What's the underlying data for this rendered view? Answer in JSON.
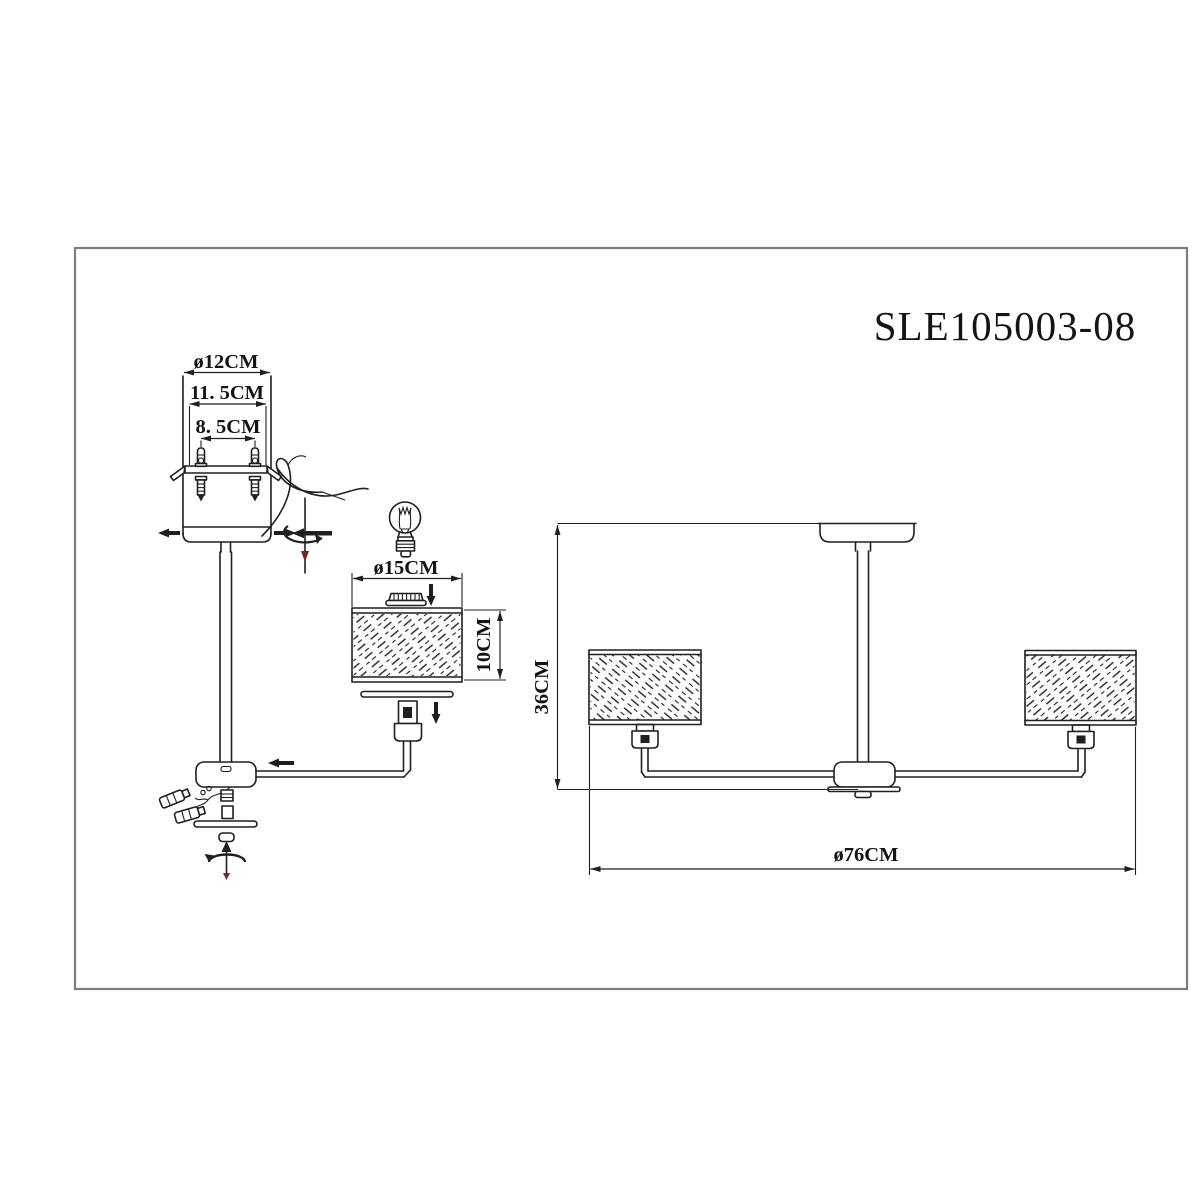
{
  "drawing": {
    "title": "SLE105003-08",
    "colors": {
      "background": "#ffffff",
      "line": "#1f1f1f",
      "frame_border": "#7d7d7d",
      "rotation_accent": "#7a2424"
    },
    "mounting_detail": {
      "dim_canopy_diameter": "ø12CM",
      "dim_bracket_width": "11. 5CM",
      "dim_hole_spacing": "8. 5CM"
    },
    "shade_detail": {
      "dim_shade_diameter": "ø15CM",
      "dim_shade_height": "10CM"
    },
    "assembled_view": {
      "dim_fixture_height": "36CM",
      "dim_fixture_diameter": "ø76CM"
    }
  }
}
